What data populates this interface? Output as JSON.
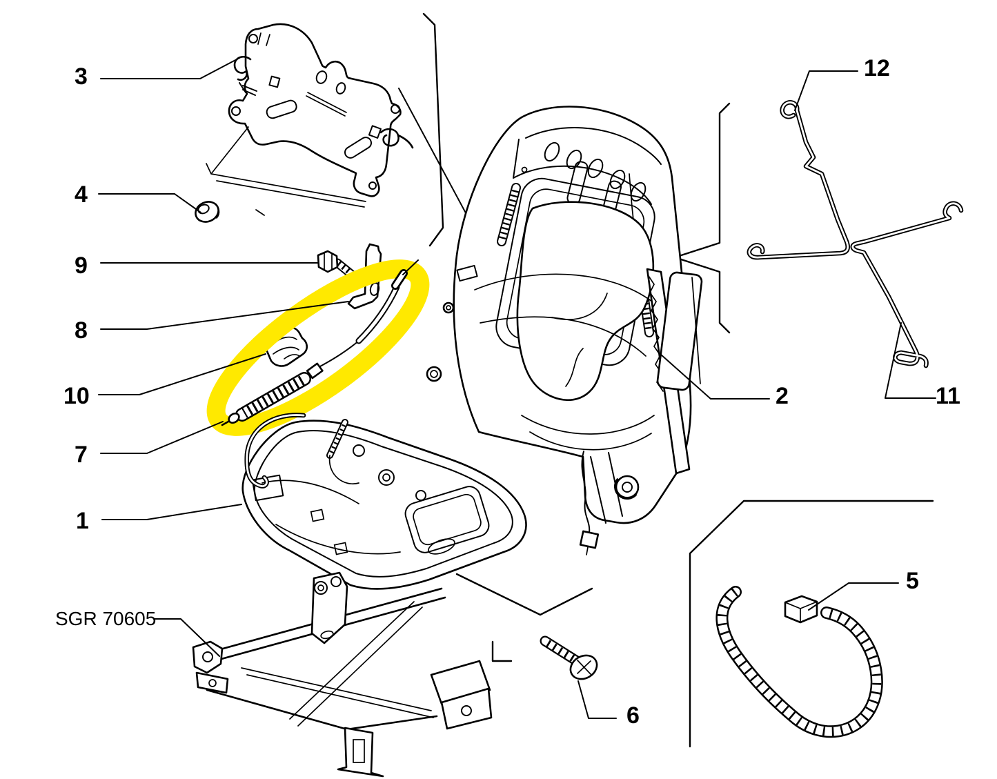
{
  "diagram": {
    "type": "exploded-parts-diagram",
    "subject": "vehicle seat frame assembly",
    "note": "SGR 70605",
    "background_color": "#ffffff",
    "line_color": "#000000",
    "highlight_color": "#ffe900",
    "highlighted_callout": "7",
    "callouts": {
      "c1": "1",
      "c2": "2",
      "c3": "3",
      "c4": "4",
      "c5": "5",
      "c6": "6",
      "c7": "7",
      "c8": "8",
      "c9": "9",
      "c10": "10",
      "c11": "11",
      "c12": "12"
    }
  }
}
